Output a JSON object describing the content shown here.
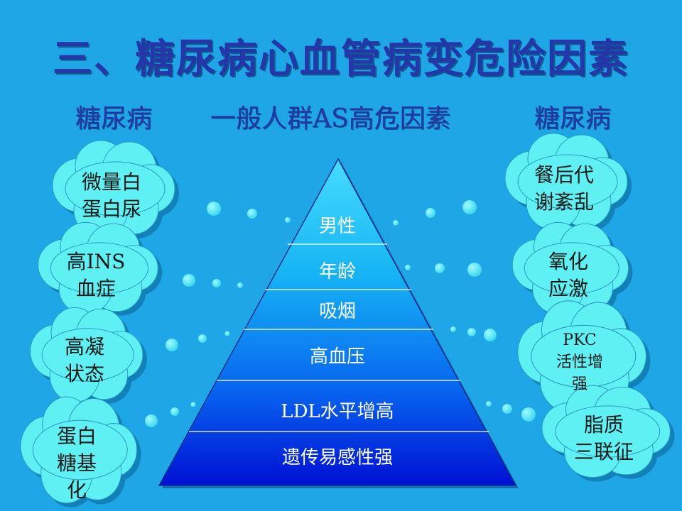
{
  "title": "三、糖尿病心血管病变危险因素",
  "subtitle": {
    "left": "糖尿病",
    "middle": "一般人群AS高危因素",
    "right": "糖尿病"
  },
  "pyramid": {
    "tiers": [
      "男性",
      "年龄",
      "吸烟",
      "高血压",
      "LDL水平增高",
      "遗传易感性强"
    ]
  },
  "left_clouds": [
    {
      "line1": "微量白",
      "line2": "蛋白尿"
    },
    {
      "line1": "高INS",
      "line2": "血症"
    },
    {
      "line1": "高凝",
      "line2": "状态"
    },
    {
      "line1": "蛋白",
      "line2": "糖基",
      "line3": "化"
    }
  ],
  "right_clouds": [
    {
      "line1": "餐后代",
      "line2": "谢紊乱"
    },
    {
      "line1": "氧化",
      "line2": "应激"
    },
    {
      "line1": "PKC",
      "line2": "活性增",
      "line3": "强"
    },
    {
      "line1": "脂质",
      "line2": "三联征"
    }
  ],
  "colors": {
    "background": "#1fa6e6",
    "title": "#2536a8",
    "cloud": "#5ff0f0",
    "pyramid_top": "#3ad0ff",
    "pyramid_bottom": "#0010d8"
  }
}
